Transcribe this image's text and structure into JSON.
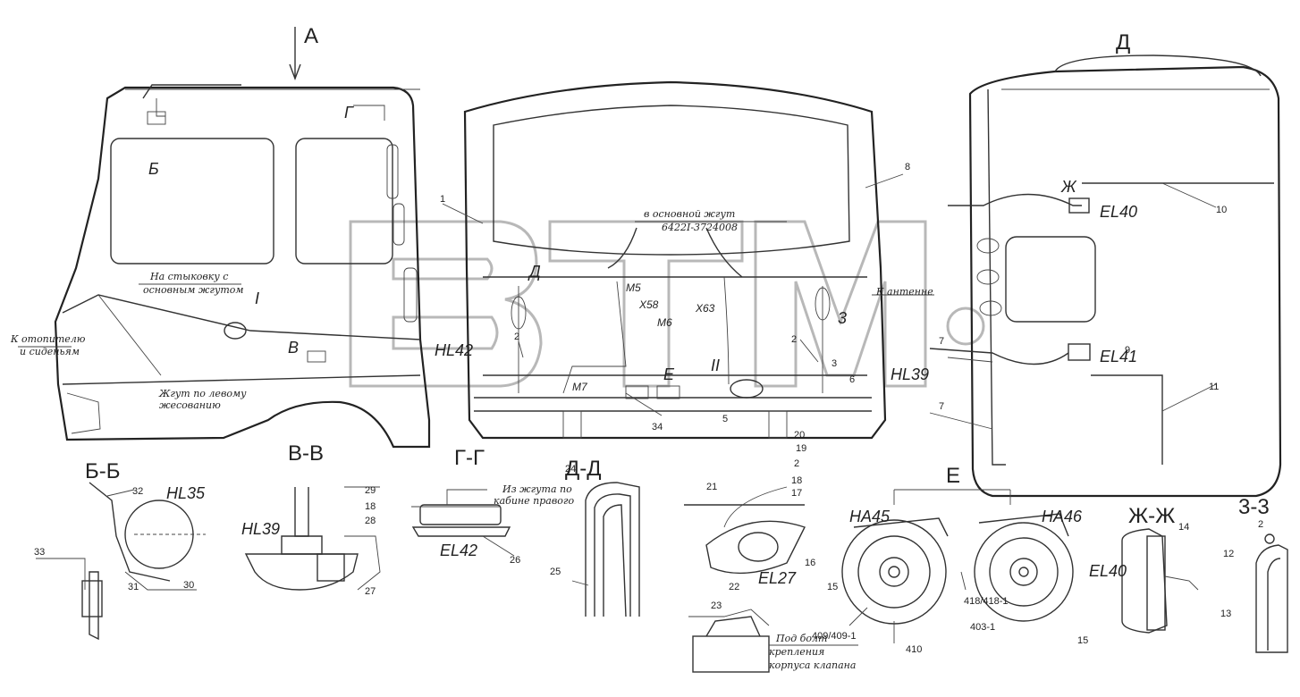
{
  "view_labels": {
    "view_a": "А",
    "view_d": "Д",
    "sec_bb": "Б-Б",
    "sec_vv": "В-В",
    "sec_gg": "Г-Г",
    "sec_dd": "Д-Д",
    "sec_e": "Е",
    "sec_zhzh": "Ж-Ж",
    "sec_zz": "3-3"
  },
  "markers": {
    "b": "Б",
    "g": "Г",
    "v": "В",
    "d": "Д",
    "e": "Е",
    "zh": "Ж",
    "z": "3",
    "roman_1": "I",
    "roman_2": "II"
  },
  "components": {
    "el40": "EL40",
    "el41": "EL41",
    "el42": "EL42",
    "el27": "EL27",
    "hl35": "HL35",
    "hl39": "HL39",
    "hl42": "HL42",
    "ha45": "HA45",
    "ha46": "HA46",
    "m5": "M5",
    "m6": "M6",
    "m7": "M7",
    "x63": "X63",
    "x58": "X58"
  },
  "notes": {
    "to_main_harness": "в основной жгут",
    "harness_code": "6422I-3724008",
    "join_main_1": "На стыковку с",
    "join_main_2": "основным жгутом",
    "to_heater_1": "К отопителю",
    "to_heater_2": "и сиденьям",
    "left_side_1": "Жгут по левому",
    "left_side_2": "жесованию",
    "to_antenna": "К антенне",
    "from_cab_1": "Из жгута по",
    "from_cab_2": "кабине правого",
    "bolt_1": "Под болт",
    "bolt_2": "крепления",
    "bolt_3": "корпуса клапана"
  },
  "callouts": {
    "n1": "1",
    "n2": "2",
    "n2b": "2",
    "n3": "3",
    "n5": "5",
    "n6": "6",
    "n7": "7",
    "n8": "8",
    "n9": "9",
    "n10": "10",
    "n11": "11",
    "n12": "12",
    "n13": "13",
    "n14": "14",
    "n15": "15",
    "n15b": "15",
    "n16": "16",
    "n17": "17",
    "n18": "18",
    "n18b": "18",
    "n19": "19",
    "n20": "20",
    "n21": "21",
    "n22": "22",
    "n23": "23",
    "n24": "24",
    "n25": "25",
    "n26": "26",
    "n27": "27",
    "n28": "28",
    "n29": "29",
    "n30": "30",
    "n31": "31",
    "n32": "32",
    "n33": "33",
    "n34": "34",
    "n2c": "2",
    "n2d": "2",
    "w409": "409/409-1",
    "w410": "410",
    "w418": "418/418-1",
    "w403": "403-1"
  },
  "watermark": "BTM"
}
